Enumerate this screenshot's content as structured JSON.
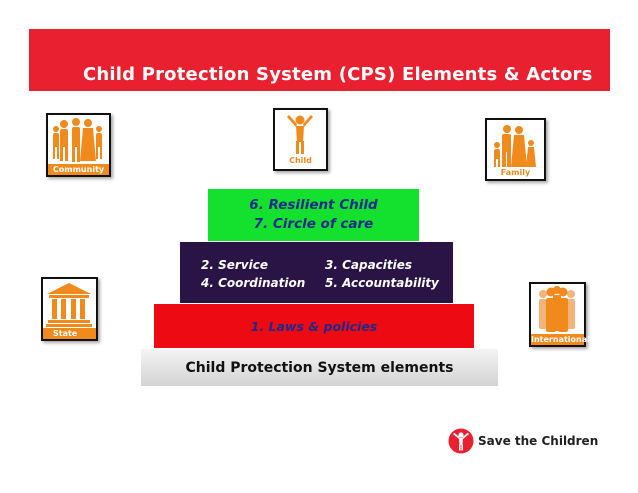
{
  "header": {
    "title": "Child Protection System (CPS) Elements & Actors"
  },
  "actors": {
    "community": "Community",
    "child": "Child",
    "family": "Family",
    "state": "State",
    "international": "International"
  },
  "pyramid": {
    "tier_top": {
      "line1": "6. Resilient Child",
      "line2": "7. Circle of care"
    },
    "tier_middle": {
      "item1": "2. Service",
      "item2": "3. Capacities",
      "item3": "4. Coordination",
      "item4": "5.  Accountability"
    },
    "tier_bottom": {
      "label": "1. Laws & policies"
    },
    "base": {
      "label": "Child Protection System elements"
    }
  },
  "logo": {
    "text": "Save the Children"
  },
  "colors": {
    "header_red": "#e8202f",
    "icon_orange": "#f08a1c",
    "tier_green": "#14e02e",
    "tier_dark": "#2a1446",
    "tier_red": "#ee0a12",
    "text_navy": "#1d2a8a",
    "logo_red": "#e8202f"
  }
}
